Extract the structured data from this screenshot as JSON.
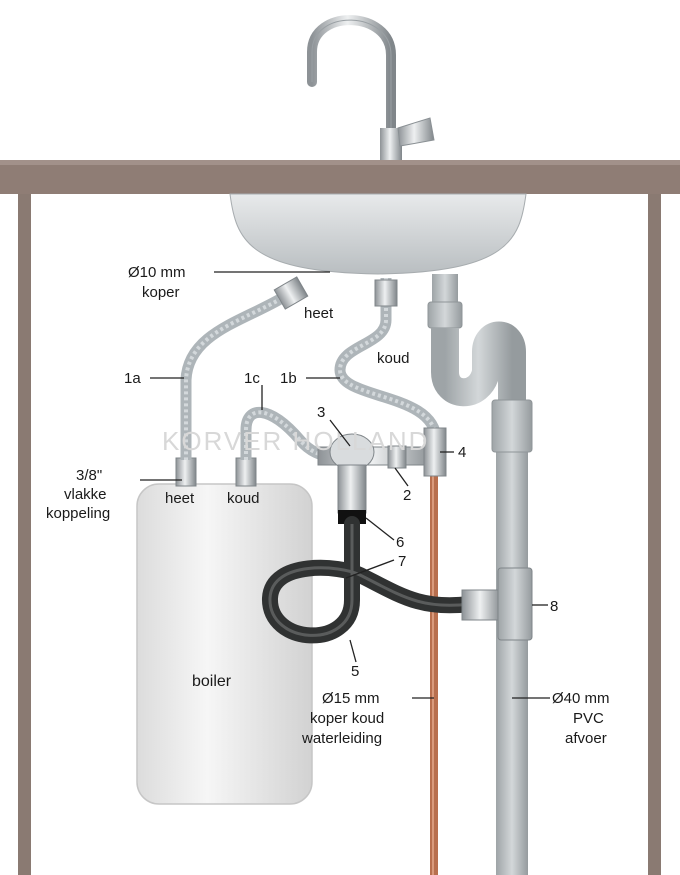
{
  "watermark": "KORVER HOLLAND",
  "labels": {
    "copper_10": "Ø10 mm",
    "copper_word": "koper",
    "heet_top": "heet",
    "koud_top": "koud",
    "n1a": "1a",
    "n1c": "1c",
    "n1b": "1b",
    "n3": "3",
    "n4": "4",
    "n2": "2",
    "n6": "6",
    "n7": "7",
    "n8": "8",
    "n5": "5",
    "flat_size": "3/8\"",
    "flat_1": "vlakke",
    "flat_2": "koppeling",
    "boiler_heet": "heet",
    "boiler_koud": "koud",
    "boiler": "boiler",
    "cold_15": "Ø15 mm",
    "cold_2": "koper koud",
    "cold_3": "waterleiding",
    "drain_40": "Ø40 mm",
    "drain_2": "PVC",
    "drain_3": "afvoer"
  },
  "colors": {
    "countertop": "#8f7d75",
    "legs": "#8a7a72",
    "braided_hose": "#aeb5b9",
    "copper_pipe": "#b86f4e",
    "drain_hose": "#303232",
    "pvc": "#b7bcbf",
    "boiler": "#eeeeee"
  }
}
